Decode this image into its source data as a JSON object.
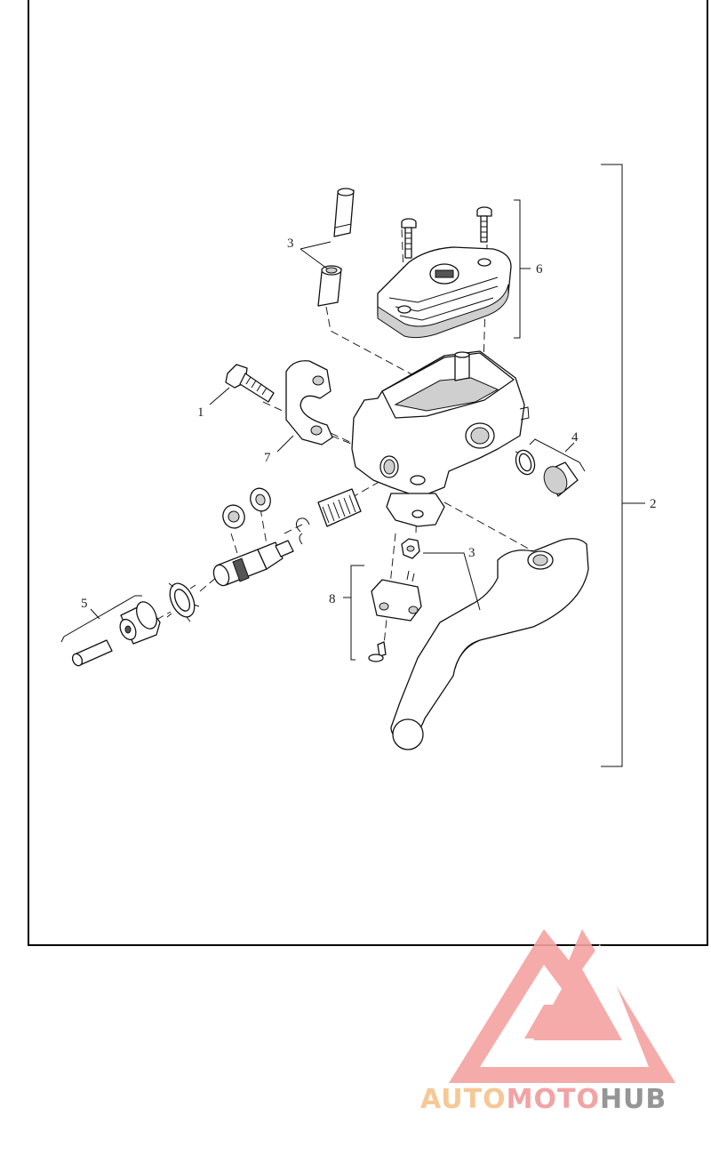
{
  "diagram": {
    "callouts": {
      "c1": "1",
      "c2": "2",
      "c3_top": "3",
      "c3_mid": "3",
      "c4": "4",
      "c5": "5",
      "c6": "6",
      "c7": "7",
      "c8": "8"
    }
  },
  "watermark": {
    "part1": "AUTO",
    "part2": "MOTO",
    "part3": "HUB",
    "colors": {
      "auto": "#f6c38a",
      "moto": "#f19a9a",
      "hub": "#8a8a8a",
      "triangle": "#f4a3a0"
    }
  }
}
